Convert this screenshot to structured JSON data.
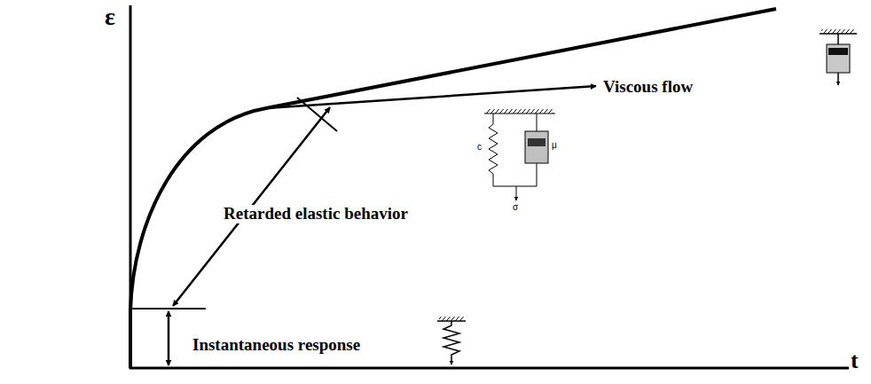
{
  "diagram": {
    "labels": [
      "ε",
      "t",
      "Viscous flow",
      "Retarded elastic behavior",
      "Instantaneous response",
      "c",
      "μ",
      "σ"
    ]
  }
}
